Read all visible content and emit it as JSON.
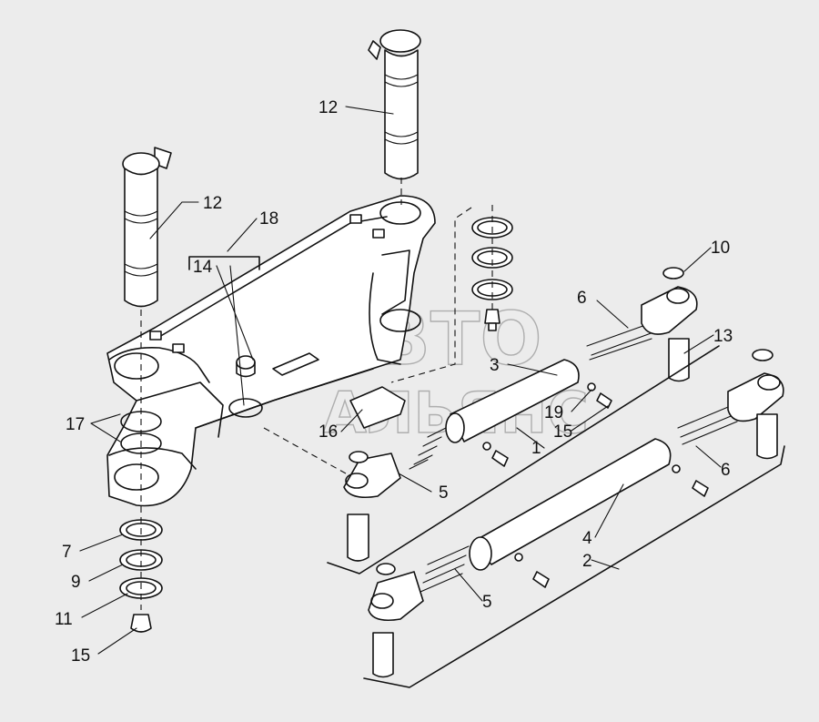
{
  "watermark": {
    "line1": "АВТО",
    "line2": "АЛЬЯНС"
  },
  "callouts": [
    {
      "id": "c-12a",
      "text": "12"
    },
    {
      "id": "c-12b",
      "text": "12"
    },
    {
      "id": "c-18",
      "text": "18"
    },
    {
      "id": "c-14",
      "text": "14"
    },
    {
      "id": "c-17",
      "text": "17"
    },
    {
      "id": "c-7",
      "text": "7"
    },
    {
      "id": "c-9",
      "text": "9"
    },
    {
      "id": "c-11",
      "text": "11"
    },
    {
      "id": "c-15a",
      "text": "15"
    },
    {
      "id": "c-16",
      "text": "16"
    },
    {
      "id": "c-3",
      "text": "3"
    },
    {
      "id": "c-19",
      "text": "19"
    },
    {
      "id": "c-15b",
      "text": "15"
    },
    {
      "id": "c-1",
      "text": "1"
    },
    {
      "id": "c-6a",
      "text": "6"
    },
    {
      "id": "c-10",
      "text": "10"
    },
    {
      "id": "c-13",
      "text": "13"
    },
    {
      "id": "c-6b",
      "text": "6"
    },
    {
      "id": "c-5a",
      "text": "5"
    },
    {
      "id": "c-4",
      "text": "4"
    },
    {
      "id": "c-2",
      "text": "2"
    },
    {
      "id": "c-5b",
      "text": "5"
    }
  ]
}
